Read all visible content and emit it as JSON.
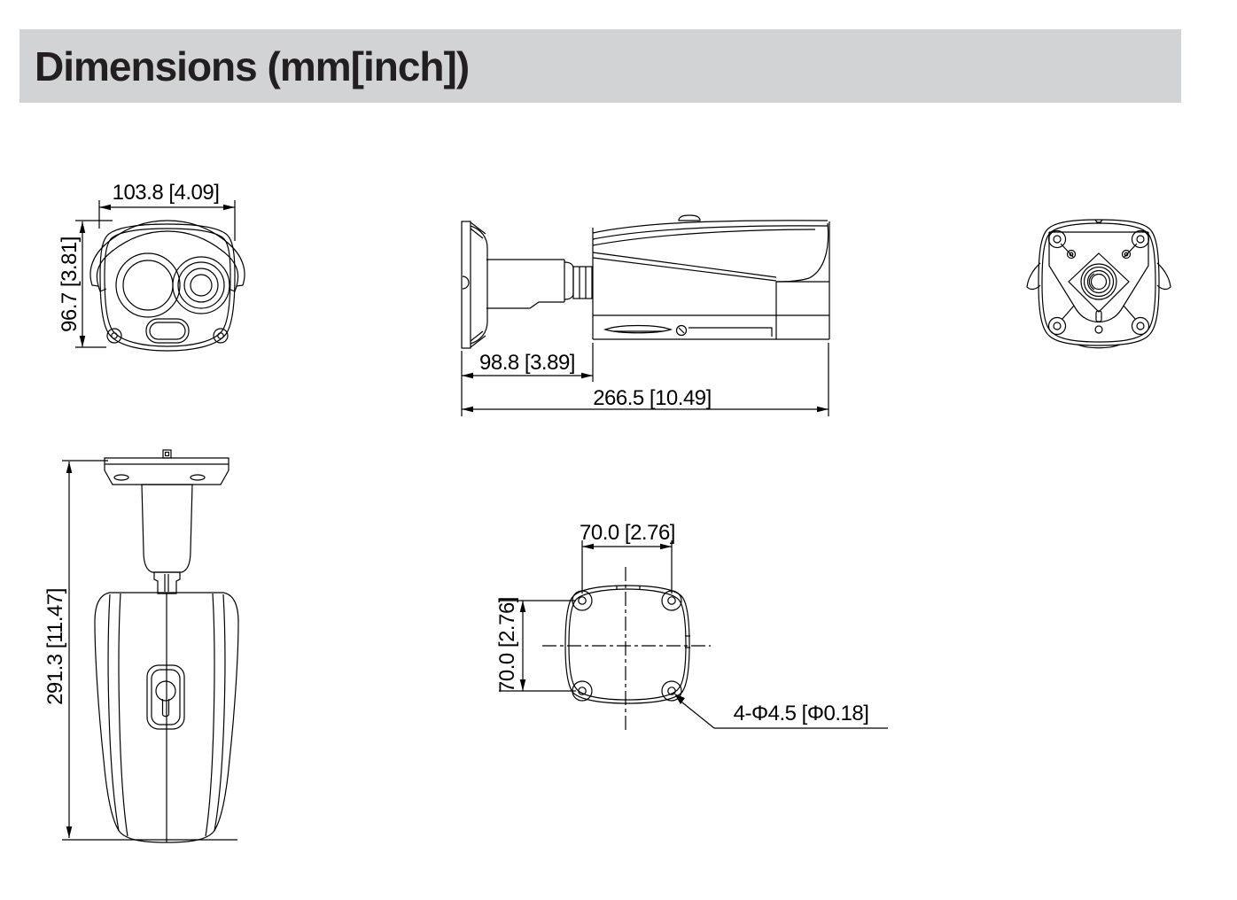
{
  "header": {
    "title": "Dimensions (mm[inch])",
    "bg_color": "#d1d3d4",
    "text_color": "#231f20"
  },
  "colors": {
    "line": "#000000",
    "bracket_notch_green": "#4aa54a"
  },
  "views": {
    "front": {
      "width": "103.8 [4.09]",
      "height": "96.7 [3.81]"
    },
    "side": {
      "bracket_depth": "98.8 [3.89]",
      "total_length": "266.5 [10.49]"
    },
    "top": {
      "total_height": "291.3 [11.47]"
    },
    "base": {
      "hole_spacing_horizontal": "70.0 [2.76]",
      "hole_spacing_vertical": "70.0 [2.76]",
      "hole_callout": "4-Φ4.5 [Φ0.18]"
    }
  }
}
